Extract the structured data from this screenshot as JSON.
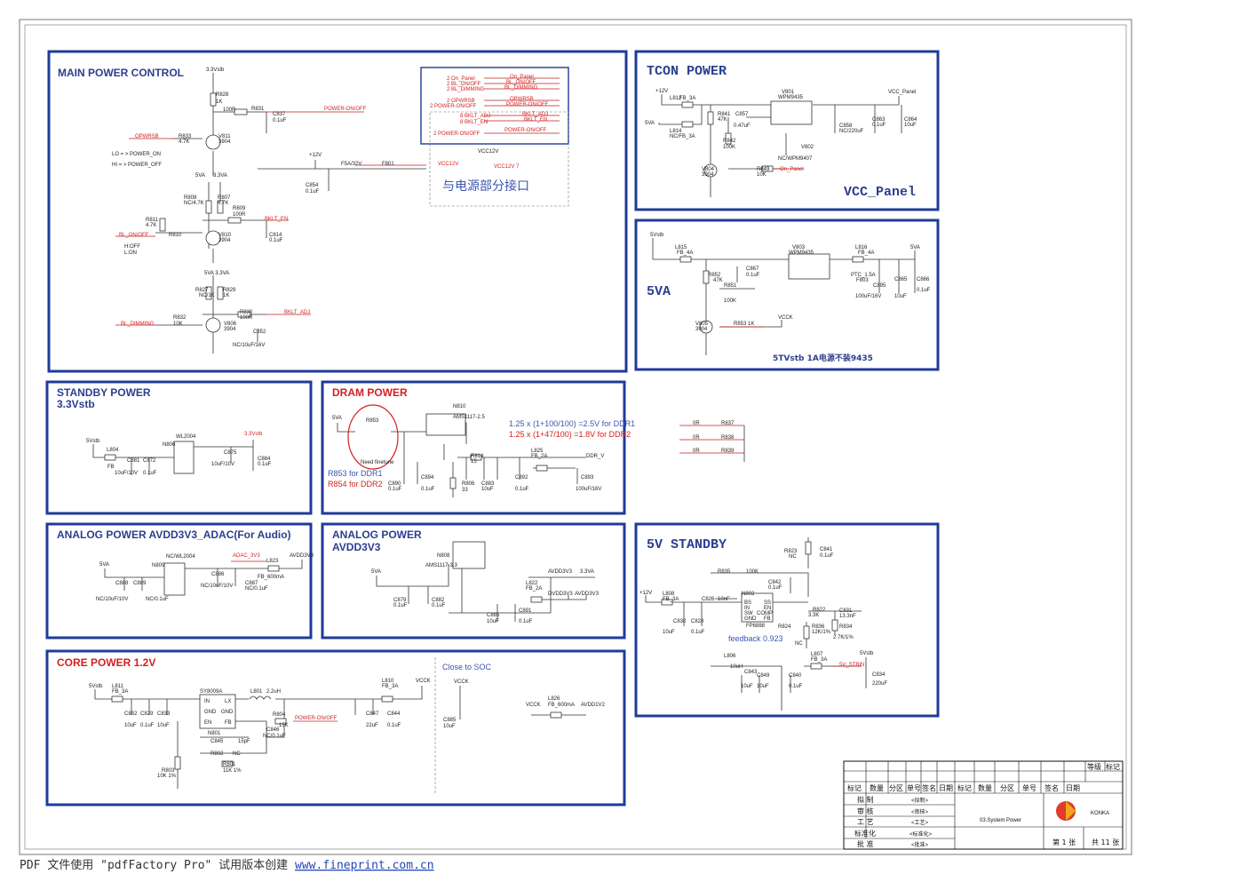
{
  "sections": {
    "main_power": {
      "title": "MAIN POWER CONTROL",
      "lo": "LO = > POWER_ON",
      "hi": "HI = > POWER_OFF",
      "labels": [
        "3.3Vstb",
        "R828",
        "1K",
        "100R",
        "R831",
        "C837",
        "0.1uF",
        "POWER-ON/OFF",
        "OPWRSB",
        "R833",
        "4.7K",
        "V811",
        "3904",
        "+12V",
        "F5A/32V",
        "F801",
        "VCC12V",
        "C854",
        "0.1uF",
        "5VA",
        "3.3VA",
        "R808",
        "NC/4.7K",
        "R807",
        "4.7K",
        "R809",
        "100R",
        "BKLT_EN",
        "R811",
        "4.7K",
        "R810",
        "BL_ON/OFF",
        "V810",
        "3904",
        "C814",
        "0.1uF",
        "H:OFF",
        "L:ON",
        "5VA 3.3VA",
        "R827",
        "NC/1K",
        "R829",
        "1K",
        "R830",
        "100R",
        "BKLT_ADJ",
        "R832",
        "10K",
        "BL_DIMMING",
        "V806",
        "3904",
        "C852",
        "NC/10uF/16V"
      ],
      "interface_title": "与电源部分接口",
      "interface_rows": [
        "2  On_Panel",
        "2  BL_ON/OFF",
        "2  BL_DIMMING",
        "2  OPWRSB",
        "2  POWER-ON/OFF",
        "8  BKLT_ADJ",
        "8  BKLT_EN",
        "2  POWER-ON/OFF"
      ],
      "interface_right": [
        "On_Panel",
        "BL_ON/OFF",
        "BL_DIMMING",
        "OPWRSB",
        "POWER-ON/OFF",
        "BKLT_ADJ",
        "BKLT_EN",
        "POWER-ON/OFF"
      ],
      "vcc12v_out": "VCC12V  7"
    },
    "tcon": {
      "title": "TCON  POWER",
      "subtitle": "VCC_Panel",
      "labels": [
        "+12V",
        "L812",
        "FB_3A",
        "5VA",
        "L814",
        "NC/FB_3A",
        "R841",
        "47K",
        "C857",
        "0.47uF",
        "R842",
        "100K",
        "V801",
        "WPM9435",
        "V802",
        "NC/WPM9407",
        "VCC_Panel",
        "C858",
        "NC/220uF",
        "C863",
        "0.1uF",
        "C864",
        "10uF",
        "V804",
        "3904",
        "R849",
        "10K",
        "On_Panel"
      ]
    },
    "fivev": {
      "title": "5VA",
      "note": "5TVstb 1A电源不装9435",
      "labels": [
        "5Vstb",
        "L815",
        "FB_4A",
        "R852",
        "47K",
        "C867",
        "0.1uF",
        "R851",
        "100K",
        "V803",
        "WPM9435",
        "L816",
        "FB_4A",
        "5VA",
        "PTC_1.5A",
        "F803",
        "C895",
        "100uF/16V",
        "C865",
        "10uF",
        "C866",
        "0.1uF",
        "V805",
        "3904",
        "R853 1K",
        "VCCK"
      ]
    },
    "standby": {
      "title": "STANDBY POWER",
      "subtitle": "3.3Vstb",
      "labels": [
        "5Vstb",
        "L804",
        "FB",
        "C881",
        "10uF/10V",
        "C872",
        "0.1uF",
        "N806",
        "WL2004",
        "C875",
        "10uF/10V",
        "3.3Vstb",
        "C884",
        "0.1uF"
      ]
    },
    "dram": {
      "title": "DRAM POWER",
      "note1": "1.25 x (1+100/100) =2.5V for DDR1",
      "note2": "1.25 x (1+47/100) =1.8V for DDR2",
      "note3": "R853 for DDR1",
      "note4": "R854 for DDR2",
      "need": "Need finetune",
      "labels": [
        "5VA",
        "R853",
        "N810",
        "AMS1117-2.5",
        "R814",
        "15",
        "L825",
        "FB_2A",
        "DDR_V",
        "C890",
        "0.1uF",
        "C894",
        "0.1uF",
        "R806",
        "33",
        "C883",
        "10uF",
        "C892",
        "0.1uF",
        "C893",
        "100uF/16V"
      ]
    },
    "zero_ohm": {
      "labels": [
        "0R",
        "R837",
        "0R",
        "R838",
        "0R",
        "R839"
      ]
    },
    "analog_adac": {
      "title": "ANALOG POWER AVDD3V3_ADAC(For Audio)",
      "labels": [
        "5VA",
        "NC/WL2004",
        "N809",
        "ADAC_3V3",
        "L823",
        "AVDD3V3",
        "C888",
        "NC/10uF/10V",
        "C889",
        "NC/0.1uF",
        "C886",
        "NC/10uF/10V",
        "C887",
        "NC/0.1uF",
        "FB_600mA"
      ]
    },
    "analog_avdd": {
      "title": "ANALOG POWER",
      "subtitle": "AVDD3V3",
      "labels": [
        "N808",
        "AMS1117-3.3",
        "5VA",
        "AVDD3V3",
        "3.3VA",
        "L822",
        "FB_2A",
        "DVDD3V3",
        "AVDD3V3",
        "C879",
        "0.1uF",
        "C882",
        "0.1uF",
        "C885",
        "10uF",
        "C891",
        "0.1uF"
      ]
    },
    "fivev_standby": {
      "title": "5V  STANDBY",
      "feedback": "feedback 0.923",
      "labels": [
        "R823",
        "NC",
        "C841",
        "0.1uF",
        "R835",
        "100K",
        "C842",
        "0.1uF",
        "+12V",
        "L808",
        "FB_3A",
        "C826",
        "10nF",
        "N802",
        "FP6888",
        "BS",
        "SS",
        "IN",
        "EN",
        "SW",
        "COMP",
        "GND",
        "FB",
        "R822",
        "3.3K",
        "C831",
        "13.3nF",
        "C830",
        "10uF",
        "C828",
        "0.1uF",
        "R824",
        "NC",
        "R836",
        "12K/1%",
        "R834",
        "2.7K/1%",
        "L806",
        "10uH",
        "L807",
        "FB_3A",
        "5Vstb",
        "5V_STBIN",
        "C843",
        "10uF",
        "C849",
        "10uF",
        "C840",
        "0.1uF",
        "C834",
        "220uF"
      ]
    },
    "core": {
      "title": "CORE POWER 1.2V",
      "close": "Close to SOC",
      "labels": [
        "5Vstb",
        "L811",
        "FB_3A",
        "SY8009A",
        "IN",
        "LX",
        "GND",
        "GND",
        "EN",
        "FB",
        "N801",
        "L801",
        "2.2uH",
        "R804",
        "15K",
        "POWER-ON/OFF",
        "L810",
        "FB_3A",
        "VCCK",
        "C832",
        "10uF",
        "C829",
        "0.1uF",
        "C833",
        "10uF",
        "C847",
        "22uF",
        "C844",
        "0.1uF",
        "C846",
        "NC/0.1uF",
        "C845",
        "15pF",
        "R802",
        "NC",
        "R801",
        "11K 1%",
        "R803",
        "10K 1%",
        "VCCK",
        "C885",
        "10uF",
        "VCCK",
        "L826",
        "FB_600mA",
        "AVDD1V2"
      ]
    }
  },
  "title_block": {
    "top_right": [
      "等级",
      "标记"
    ],
    "header": [
      "标记",
      "数量",
      "分区",
      "单号",
      "签名",
      "日期",
      "标记",
      "数量",
      "分区",
      "单号",
      "签名",
      "日期"
    ],
    "roles": [
      "拟 制",
      "审 核",
      "工 艺",
      "标准化",
      "批 准"
    ],
    "values": [
      "<拟制>",
      "<审核>",
      "<工艺>",
      "<标准化>",
      "<批准>"
    ],
    "sheet_name": "03.System Power",
    "company": "KONKA",
    "sheet_no": "第 1 张",
    "sheet_total": "共 11 张"
  },
  "footer": {
    "text": "PDF 文件使用 \"pdfFactory Pro\" 试用版本创建 ",
    "link": "www.fineprint.com.cn"
  },
  "colors": {
    "border": "#1f3b99",
    "wire_red": "#c02020",
    "text_blue": "#2b3f8f",
    "text_red": "#d42020"
  }
}
